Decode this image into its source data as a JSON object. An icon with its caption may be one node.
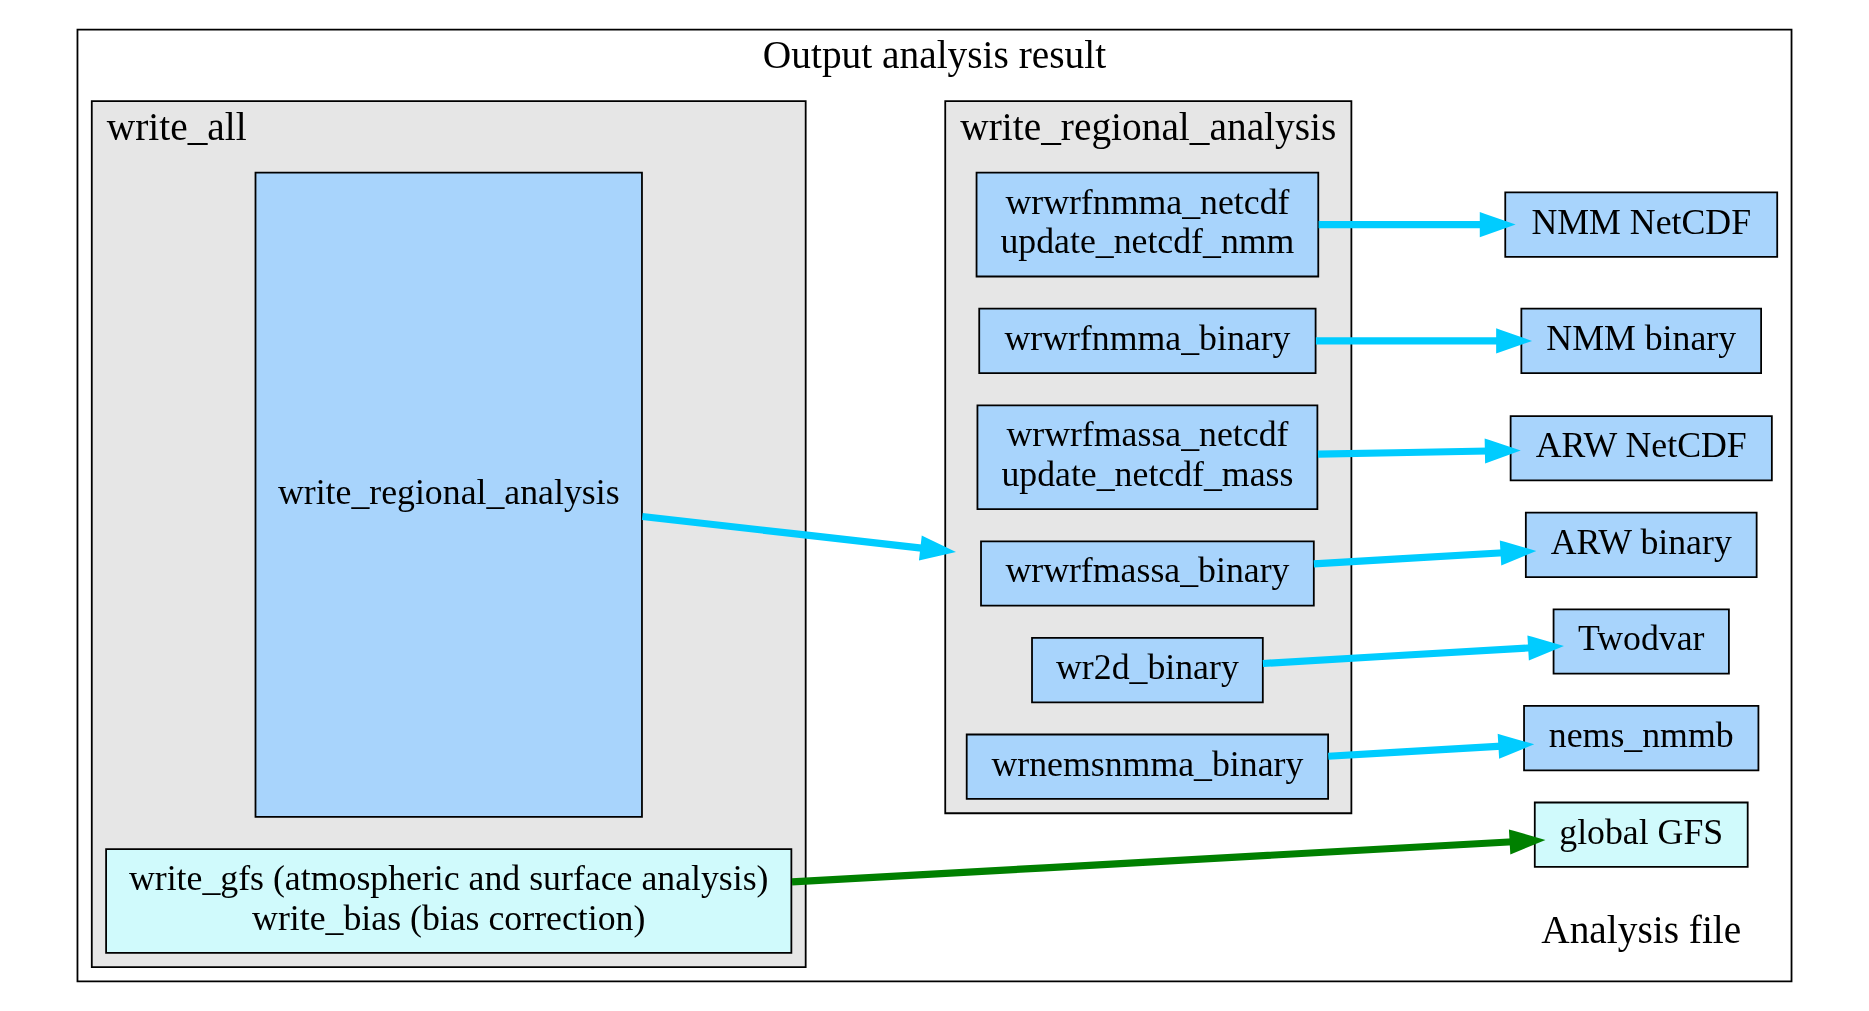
{
  "diagram": {
    "nodes": [
      {
        "text": [
          "Output analysis result"
        ]
      },
      {
        "text": [
          "write_all"
        ],
        "in": 0
      },
      {
        "text": [
          "write_regional_analysis"
        ],
        "in": 1
      },
      {
        "text": [
          "write_gfs (atmospheric and surface analysis)",
          "write_bias (bias correction)"
        ],
        "in": 1
      },
      {
        "text": [
          "write_regional_analysis"
        ],
        "in": 0
      },
      {
        "text": [
          "wrwrfnmma_netcdf",
          "update_netcdf_nmm"
        ],
        "in": 4
      },
      {
        "text": [
          "wrwrfnmma_binary"
        ],
        "in": 4
      },
      {
        "text": [
          "wrwrfmassa_netcdf",
          "update_netcdf_mass"
        ],
        "in": 4
      },
      {
        "text": [
          "wrwrfmassa_binary"
        ],
        "in": 4
      },
      {
        "text": [
          "wr2d_binary"
        ],
        "in": 4
      },
      {
        "text": [
          "wrnemsnmma_binary"
        ],
        "in": 4
      },
      {
        "text": [
          "NMM NetCDF"
        ],
        "in": 0
      },
      {
        "text": [
          "NMM binary"
        ],
        "in": 0
      },
      {
        "text": [
          "ARW NetCDF"
        ],
        "in": 0
      },
      {
        "text": [
          "ARW binary"
        ],
        "in": 0
      },
      {
        "text": [
          "Twodvar"
        ],
        "in": 0
      },
      {
        "text": [
          "nems_nmmb"
        ],
        "in": 0
      },
      {
        "text": [
          "global GFS"
        ],
        "in": 0
      }
    ],
    "edges": [
      {
        "from": 2,
        "to": 4,
        "arrow": "to"
      },
      {
        "from": 5,
        "to": 11,
        "arrow": "to"
      },
      {
        "from": 6,
        "to": 12,
        "arrow": "to"
      },
      {
        "from": 7,
        "to": 13,
        "arrow": "to"
      },
      {
        "from": 8,
        "to": 14,
        "arrow": "to"
      },
      {
        "from": 9,
        "to": 15,
        "arrow": "to"
      },
      {
        "from": 10,
        "to": 16,
        "arrow": "to"
      },
      {
        "from": 3,
        "to": 17,
        "arrow": "to",
        "color": "#008000"
      }
    ],
    "labels": [
      "Analysis file"
    ]
  }
}
